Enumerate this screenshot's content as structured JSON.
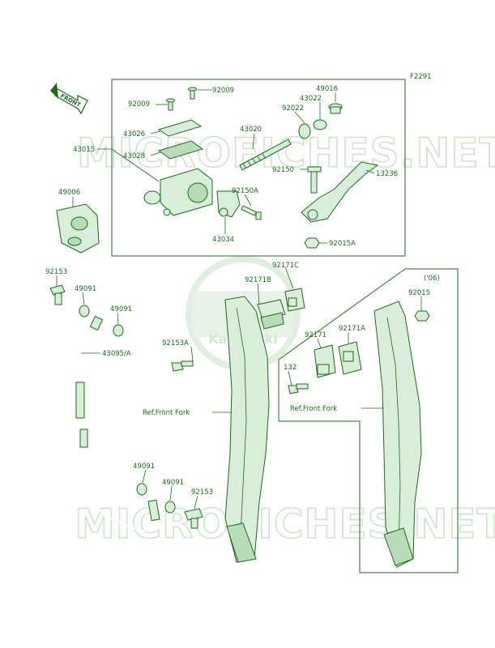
{
  "diagram": {
    "code": "F2291",
    "front_label": "FRONT",
    "year_note": "('06)",
    "ref_front_fork_left": "Ref.Front Fork",
    "ref_front_fork_right": "Ref.Front Fork",
    "watermarks": [
      "MICROFICHES.NET",
      "MICROFICHES.NET"
    ],
    "logo_text": "Kawasaki",
    "parts": [
      "92009",
      "92009",
      "43026",
      "43028",
      "43015",
      "43020",
      "92022",
      "43022",
      "49016",
      "92150",
      "13236",
      "92150A",
      "43034",
      "92015A",
      "49006",
      "92153",
      "49091",
      "49091",
      "43095/A",
      "92153A",
      "92171B",
      "92171C",
      "92015",
      "92171",
      "92171A",
      "132",
      "49091",
      "49091",
      "92153"
    ]
  },
  "colors": {
    "line": "#1c6b1c",
    "fill": "#d8eed8",
    "watermark": "#cfe3cf"
  }
}
